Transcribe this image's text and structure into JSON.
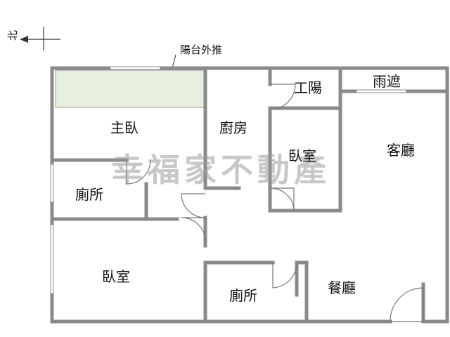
{
  "compass": {
    "label": "北"
  },
  "balcony_note": "陽台外推",
  "watermark": "幸福家不動產",
  "rooms": {
    "master_bedroom": "主臥",
    "kitchen": "廚房",
    "utility_balcony": "工陽",
    "canopy": "雨遮",
    "bedroom_center": "臥室",
    "living_room": "客廳",
    "toilet_upper": "廁所",
    "bedroom_lower": "臥室",
    "toilet_lower": "廁所",
    "dining_room": "餐廳"
  },
  "colors": {
    "wall": "#8a8a8a",
    "wall_dark": "#555555",
    "balcony_fill": "#e6efe0",
    "watermark": "#9a9a9a"
  }
}
